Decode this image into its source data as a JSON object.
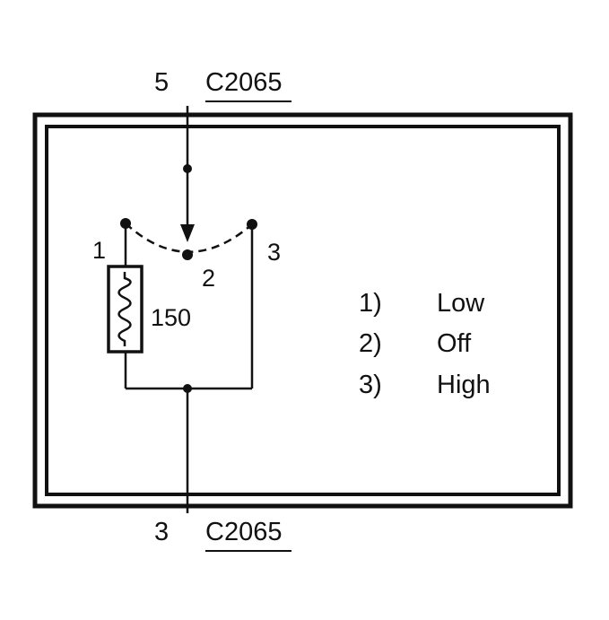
{
  "connectors": {
    "top": {
      "pin": "5",
      "id": "C2065"
    },
    "bottom": {
      "pin": "3",
      "id": "C2065"
    }
  },
  "switch": {
    "contact_1": "1",
    "contact_2": "2",
    "contact_3": "3",
    "resistor_value": "150"
  },
  "legend": [
    {
      "num": "1)",
      "label": "Low"
    },
    {
      "num": "2)",
      "label": "Off"
    },
    {
      "num": "3)",
      "label": "High"
    }
  ],
  "colors": {
    "ink": "#111111",
    "background": "#ffffff"
  }
}
